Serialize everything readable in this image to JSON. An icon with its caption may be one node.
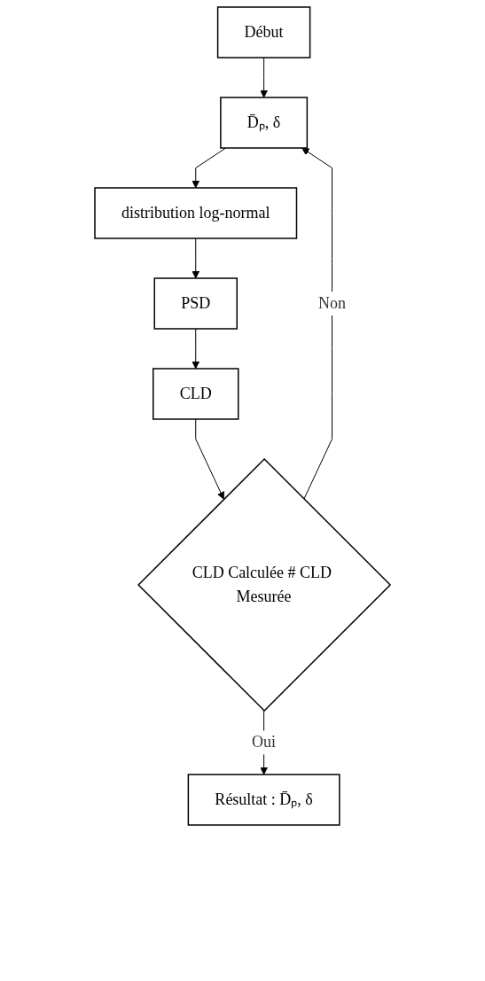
{
  "diagram": {
    "nodes": [
      {
        "text": [
          "Début"
        ]
      },
      {
        "text": [
          "D̄ₚ, δ"
        ]
      },
      {
        "text": [
          "distribution log-normal"
        ]
      },
      {
        "text": [
          "PSD"
        ]
      },
      {
        "text": [
          "CLD"
        ]
      },
      {
        "text": [
          "CLD Calculée # CLD Mesurée"
        ]
      },
      {
        "text": [
          "Résultat : D̄ₚ, δ"
        ]
      }
    ],
    "edges": [
      {
        "from": 0,
        "to": 1,
        "arrow": "to"
      },
      {
        "from": 1,
        "to": 2,
        "arrow": "to"
      },
      {
        "from": 2,
        "to": 3,
        "arrow": "to"
      },
      {
        "from": 3,
        "to": 4,
        "arrow": "to"
      },
      {
        "from": 4,
        "to": 5,
        "arrow": "to"
      },
      {
        "from": 5,
        "to": 1,
        "arrow": "to",
        "label": "Non"
      },
      {
        "from": 5,
        "to": 6,
        "arrow": "to",
        "label": "Oui"
      }
    ]
  }
}
